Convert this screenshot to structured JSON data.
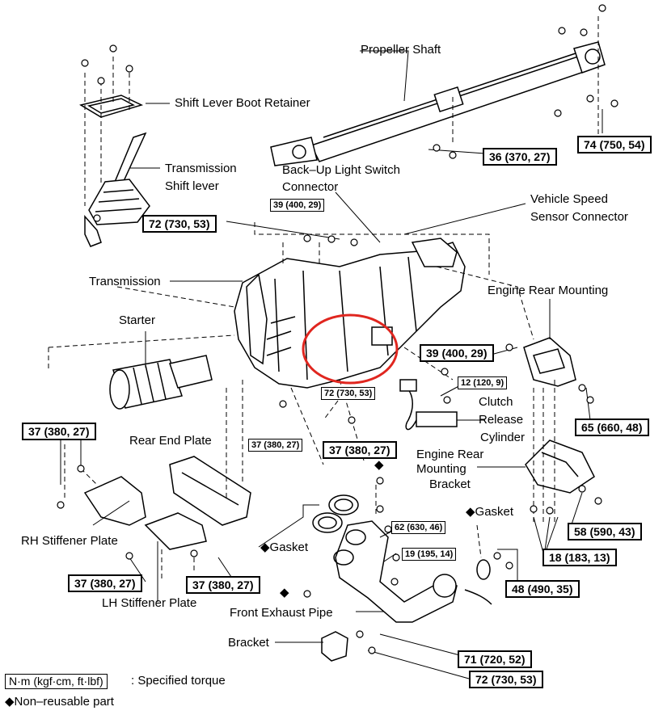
{
  "labels": {
    "propeller_shaft": "Propeller Shaft",
    "boot_retainer": "Shift Lever Boot Retainer",
    "shift_lever_1": "Transmission",
    "shift_lever_2": "Shift lever",
    "backup_1": "Back–Up Light Switch",
    "backup_2": "Connector",
    "vss_1": "Vehicle Speed",
    "vss_2": "Sensor Connector",
    "transmission": "Transmission",
    "starter": "Starter",
    "engine_rear_mounting": "Engine Rear Mounting",
    "clutch": "Clutch",
    "release": "Release",
    "cylinder": "Cylinder",
    "rear_end_plate": "Rear End Plate",
    "erm_bracket_1": "Engine Rear",
    "erm_bracket_2": "Mounting",
    "erm_bracket_3": "Bracket",
    "rh_stiffener": "RH Stiffener Plate",
    "lh_stiffener": "LH Stiffener Plate",
    "gasket_left": "◆Gasket",
    "gasket_right": "◆Gasket",
    "front_exhaust": "Front Exhaust Pipe",
    "bracket": "Bracket"
  },
  "torques": {
    "t74": "74 (750, 54)",
    "t36": "36 (370, 27)",
    "t39a": "39 (400, 29)",
    "t72a": "72 (730, 53)",
    "t39b": "39 (400, 29)",
    "t12": "12 (120, 9)",
    "t72b": "72 (730, 53)",
    "t65": "65 (660, 48)",
    "t37a": "37 (380, 27)",
    "t37b": "37 (380, 27)",
    "t37c": "37 (380, 27)",
    "t37d": "37 (380, 27)",
    "t37e": "37 (380, 27)",
    "t62": "62 (630, 46)",
    "t19": "19 (195, 14)",
    "t58": "58 (590, 43)",
    "t18": "18 (183, 13)",
    "t48": "48 (490, 35)",
    "t71": "71 (720, 52)",
    "t72c": "72 (730, 53)"
  },
  "legend": {
    "key": "N·m (kgf·cm, ft·lbf)",
    "key_desc": ": Specified torque",
    "nonreusable": "◆Non–reusable part"
  },
  "highlight_color": "#e0261f"
}
